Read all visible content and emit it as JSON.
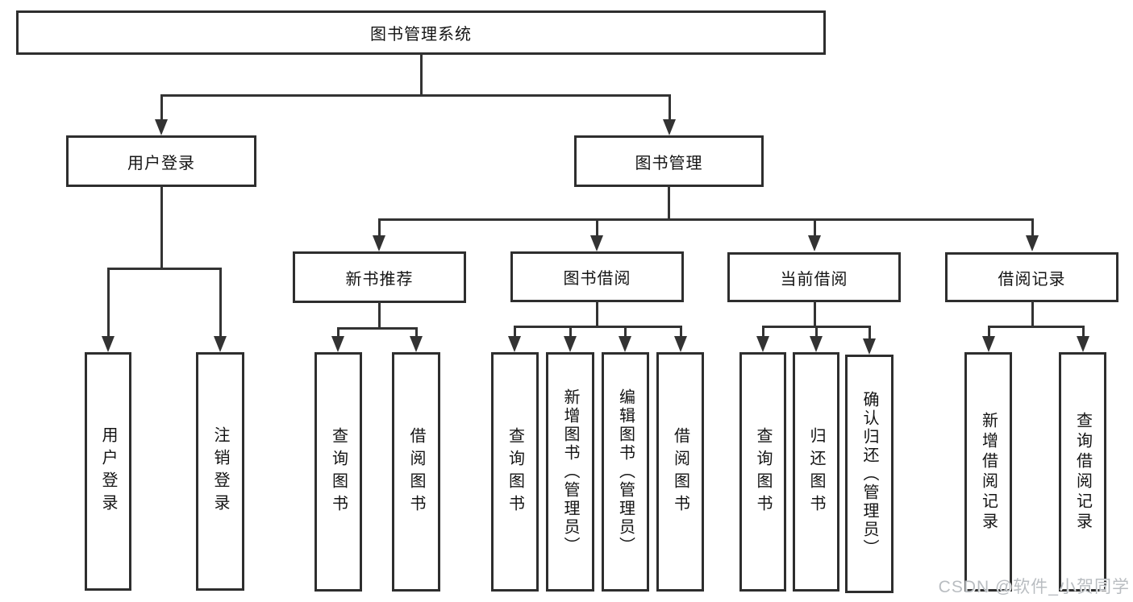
{
  "diagram": {
    "nodes": {
      "root": {
        "label": "图书管理系统"
      },
      "userLogin": {
        "label": "用户登录"
      },
      "bookMgmt": {
        "label": "图书管理"
      },
      "newBookRec": {
        "label": "新书推荐"
      },
      "bookBorrow": {
        "label": "图书借阅"
      },
      "currentBorrow": {
        "label": "当前借阅"
      },
      "borrowRecords": {
        "label": "借阅记录"
      },
      "leafUserLogin": {
        "label": "用户登录"
      },
      "leafLogout": {
        "label": "注销登录"
      },
      "leafQueryBooks1": {
        "label": "查询图书"
      },
      "leafBorrowBooks1": {
        "label": "借阅图书"
      },
      "leafQueryBooks2": {
        "label": "查询图书"
      },
      "leafAddBooks": {
        "label": "新增图书（管理员）"
      },
      "leafEditBooks": {
        "label": "编辑图书（管理员）"
      },
      "leafBorrowBooks2": {
        "label": "借阅图书"
      },
      "leafQueryBooks3": {
        "label": "查询图书"
      },
      "leafReturnBooks": {
        "label": "归还图书"
      },
      "leafConfirmReturn": {
        "label": "确认归还（管理员）"
      },
      "leafAddBorrowRec": {
        "label": "新增借阅记录"
      },
      "leafQueryBorrowRec": {
        "label": "查询借阅记录"
      }
    },
    "hierarchy": {
      "图书管理系统": {
        "用户登录": [
          "用户登录",
          "注销登录"
        ],
        "图书管理": {
          "新书推荐": [
            "查询图书",
            "借阅图书"
          ],
          "图书借阅": [
            "查询图书",
            "新增图书（管理员）",
            "编辑图书（管理员）",
            "借阅图书"
          ],
          "当前借阅": [
            "查询图书",
            "归还图书",
            "确认归还（管理员）"
          ],
          "借阅记录": [
            "新增借阅记录",
            "查询借阅记录"
          ]
        }
      }
    },
    "line_color": "#333333",
    "border_color": "#2e2e2e",
    "text_color": "#141414"
  },
  "watermark": {
    "text": "CSDN @软件_小贺同学"
  }
}
